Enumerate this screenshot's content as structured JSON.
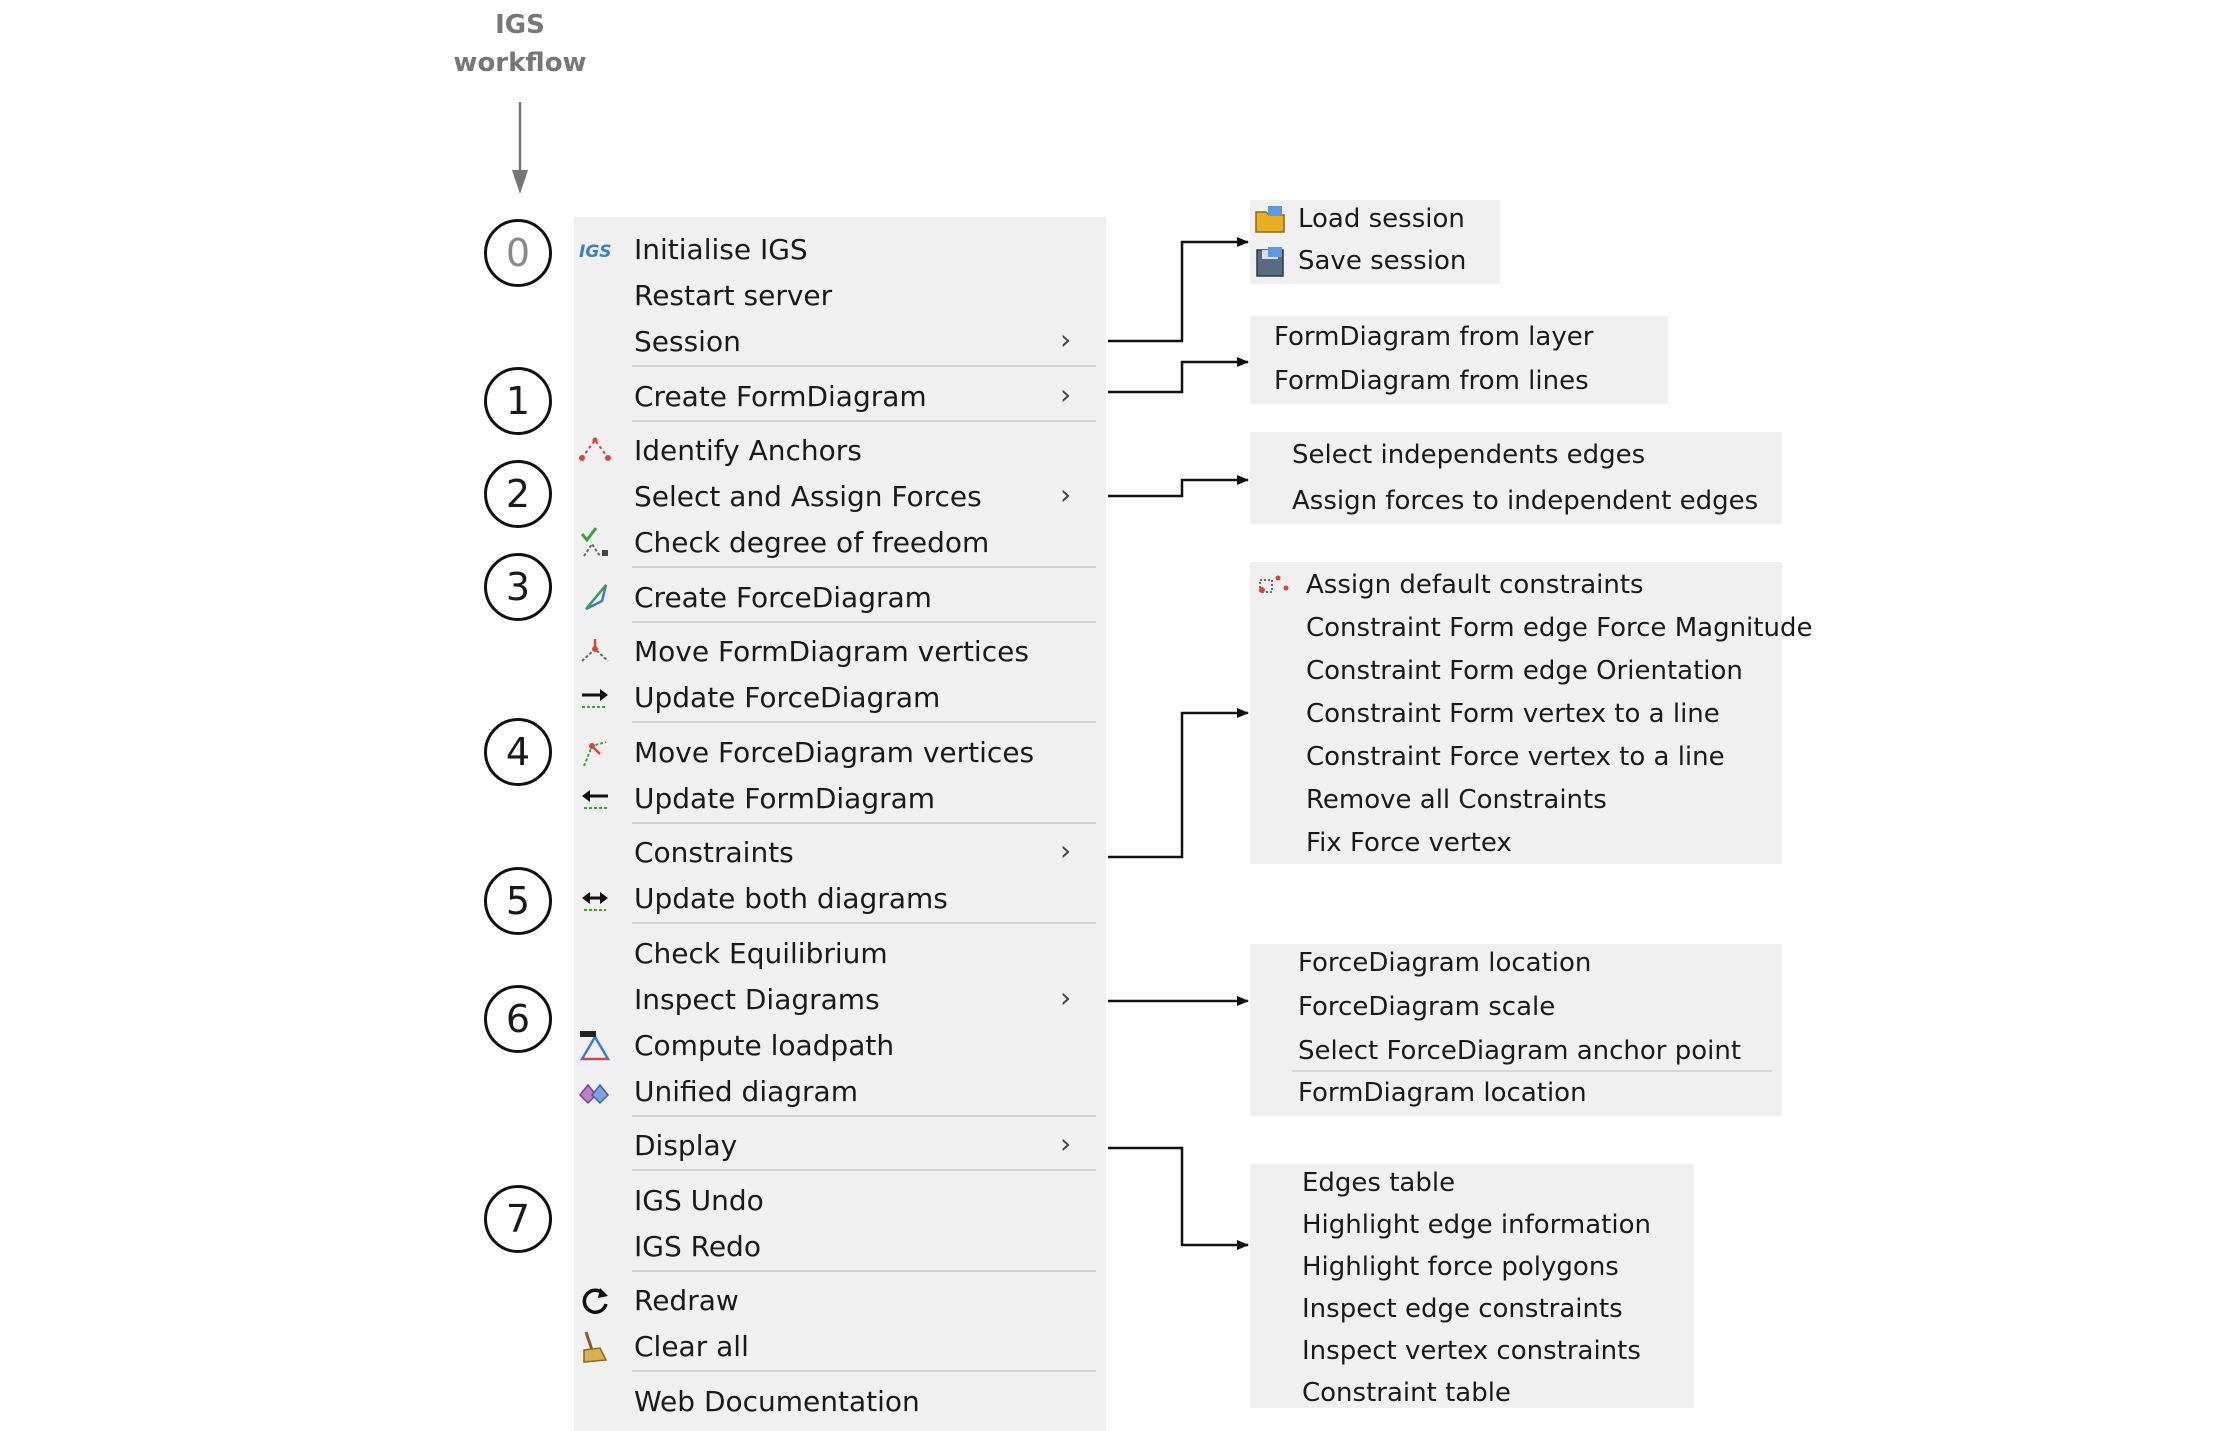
{
  "workflow": {
    "line1": "IGS",
    "line2": "workflow"
  },
  "steps": [
    "0",
    "1",
    "2",
    "3",
    "4",
    "5",
    "6",
    "7"
  ],
  "menu": {
    "chevron": "›",
    "items": [
      {
        "label": "Initialise IGS",
        "icon": "igs-logo-icon"
      },
      {
        "label": "Restart server",
        "icon": ""
      },
      {
        "label": "Session",
        "icon": "",
        "submenu": true
      },
      {
        "label": "Create FormDiagram",
        "icon": "",
        "submenu": true
      },
      {
        "label": "Identify Anchors",
        "icon": "anchors-icon"
      },
      {
        "label": "Select and Assign Forces",
        "icon": "",
        "submenu": true
      },
      {
        "label": "Check degree of freedom",
        "icon": "dof-icon"
      },
      {
        "label": "Create ForceDiagram",
        "icon": "force-diagram-icon"
      },
      {
        "label": "Move FormDiagram vertices",
        "icon": "move-form-vertices-icon"
      },
      {
        "label": "Update ForceDiagram",
        "icon": "update-force-icon"
      },
      {
        "label": "Move ForceDiagram vertices",
        "icon": "move-force-vertices-icon"
      },
      {
        "label": "Update FormDiagram",
        "icon": "update-form-icon"
      },
      {
        "label": "Constraints",
        "icon": "",
        "submenu": true
      },
      {
        "label": "Update both diagrams",
        "icon": "update-both-icon"
      },
      {
        "label": "Check Equilibrium",
        "icon": ""
      },
      {
        "label": "Inspect Diagrams",
        "icon": "",
        "submenu": true
      },
      {
        "label": "Compute loadpath",
        "icon": "loadpath-icon"
      },
      {
        "label": "Unified diagram",
        "icon": "unified-diagram-icon"
      },
      {
        "label": "Display",
        "icon": "",
        "submenu": true
      },
      {
        "label": "IGS Undo",
        "icon": ""
      },
      {
        "label": "IGS Redo",
        "icon": ""
      },
      {
        "label": "Redraw",
        "icon": "redraw-icon"
      },
      {
        "label": "Clear all",
        "icon": "clear-broom-icon"
      },
      {
        "label": "Web Documentation",
        "icon": ""
      }
    ]
  },
  "submenus": {
    "session": [
      {
        "label": "Load session",
        "icon": "load-session-icon"
      },
      {
        "label": "Save session",
        "icon": "save-session-icon"
      }
    ],
    "create_form": [
      "FormDiagram from layer",
      "FormDiagram from lines"
    ],
    "forces": [
      "Select independents edges",
      "Assign forces to independent edges"
    ],
    "constraints": [
      {
        "label": "Assign default constraints",
        "icon": "default-constraints-icon"
      },
      {
        "label": "Constraint Form edge Force Magnitude",
        "icon": ""
      },
      {
        "label": "Constraint Form edge Orientation",
        "icon": ""
      },
      {
        "label": "Constraint Form vertex to a line",
        "icon": ""
      },
      {
        "label": "Constraint Force vertex to a line",
        "icon": ""
      },
      {
        "label": "Remove all Constraints",
        "icon": ""
      },
      {
        "label": "Fix Force vertex",
        "icon": ""
      }
    ],
    "inspect": [
      "ForceDiagram location",
      "ForceDiagram scale",
      "Select ForceDiagram anchor point",
      "FormDiagram location"
    ],
    "display": [
      "Edges table",
      "Highlight edge information",
      "Highlight force polygons",
      "Inspect edge constraints",
      "Inspect vertex constraints",
      "Constraint table"
    ]
  }
}
